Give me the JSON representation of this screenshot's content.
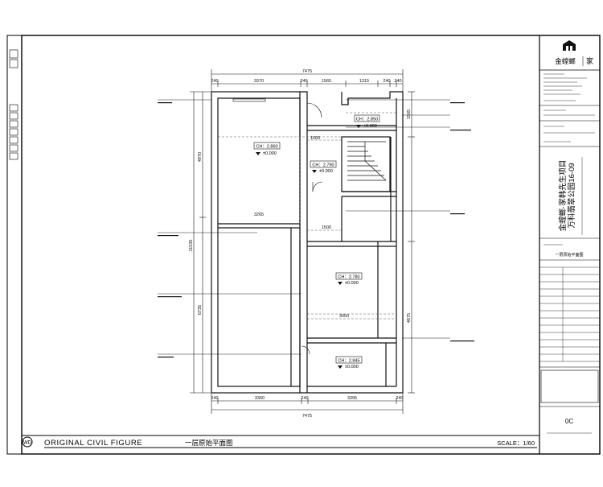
{
  "footer": {
    "badge": "WD",
    "title_en": "ORIGINAL CIVIL FIGURE",
    "title_cn": "一层原始平面图",
    "scale": "SCALE：1/60"
  },
  "title_block": {
    "logo_text": "金螳螂",
    "logo_suffix": "家",
    "project_line1": "金螳螂·家韩先生项目",
    "project_line2": "万科翡翠公园16-09",
    "drawing_name": "一层原始平面图",
    "sheet_no": "0C"
  },
  "dimensions": {
    "total_width": "7475",
    "top_segments": [
      "240",
      "3370",
      "240",
      "1565",
      "1315",
      "240",
      "240"
    ],
    "bottom_segments": [
      "240",
      "3360",
      "240",
      "3395",
      "240"
    ],
    "left_total": "11535",
    "left_upper": "4970",
    "left_lower": "6735",
    "right_top": "1505",
    "right_middle": "4675"
  },
  "rooms": [
    {
      "ch": "CH：2.860",
      "elev": "±0.000"
    },
    {
      "ch": "CH：2.850",
      "elev": "±0.000"
    },
    {
      "ch": "CH：2.790",
      "elev": "±0.000"
    },
    {
      "ch": "CH：2.780",
      "elev": "±0.000"
    },
    {
      "ch": "CH：2.845",
      "elev": "±0.000"
    }
  ],
  "inner_labels": [
    "3265",
    "1000",
    "3050",
    "1500"
  ],
  "colors": {
    "line": "#111111",
    "dash": "#555555",
    "frame": "#000000"
  }
}
